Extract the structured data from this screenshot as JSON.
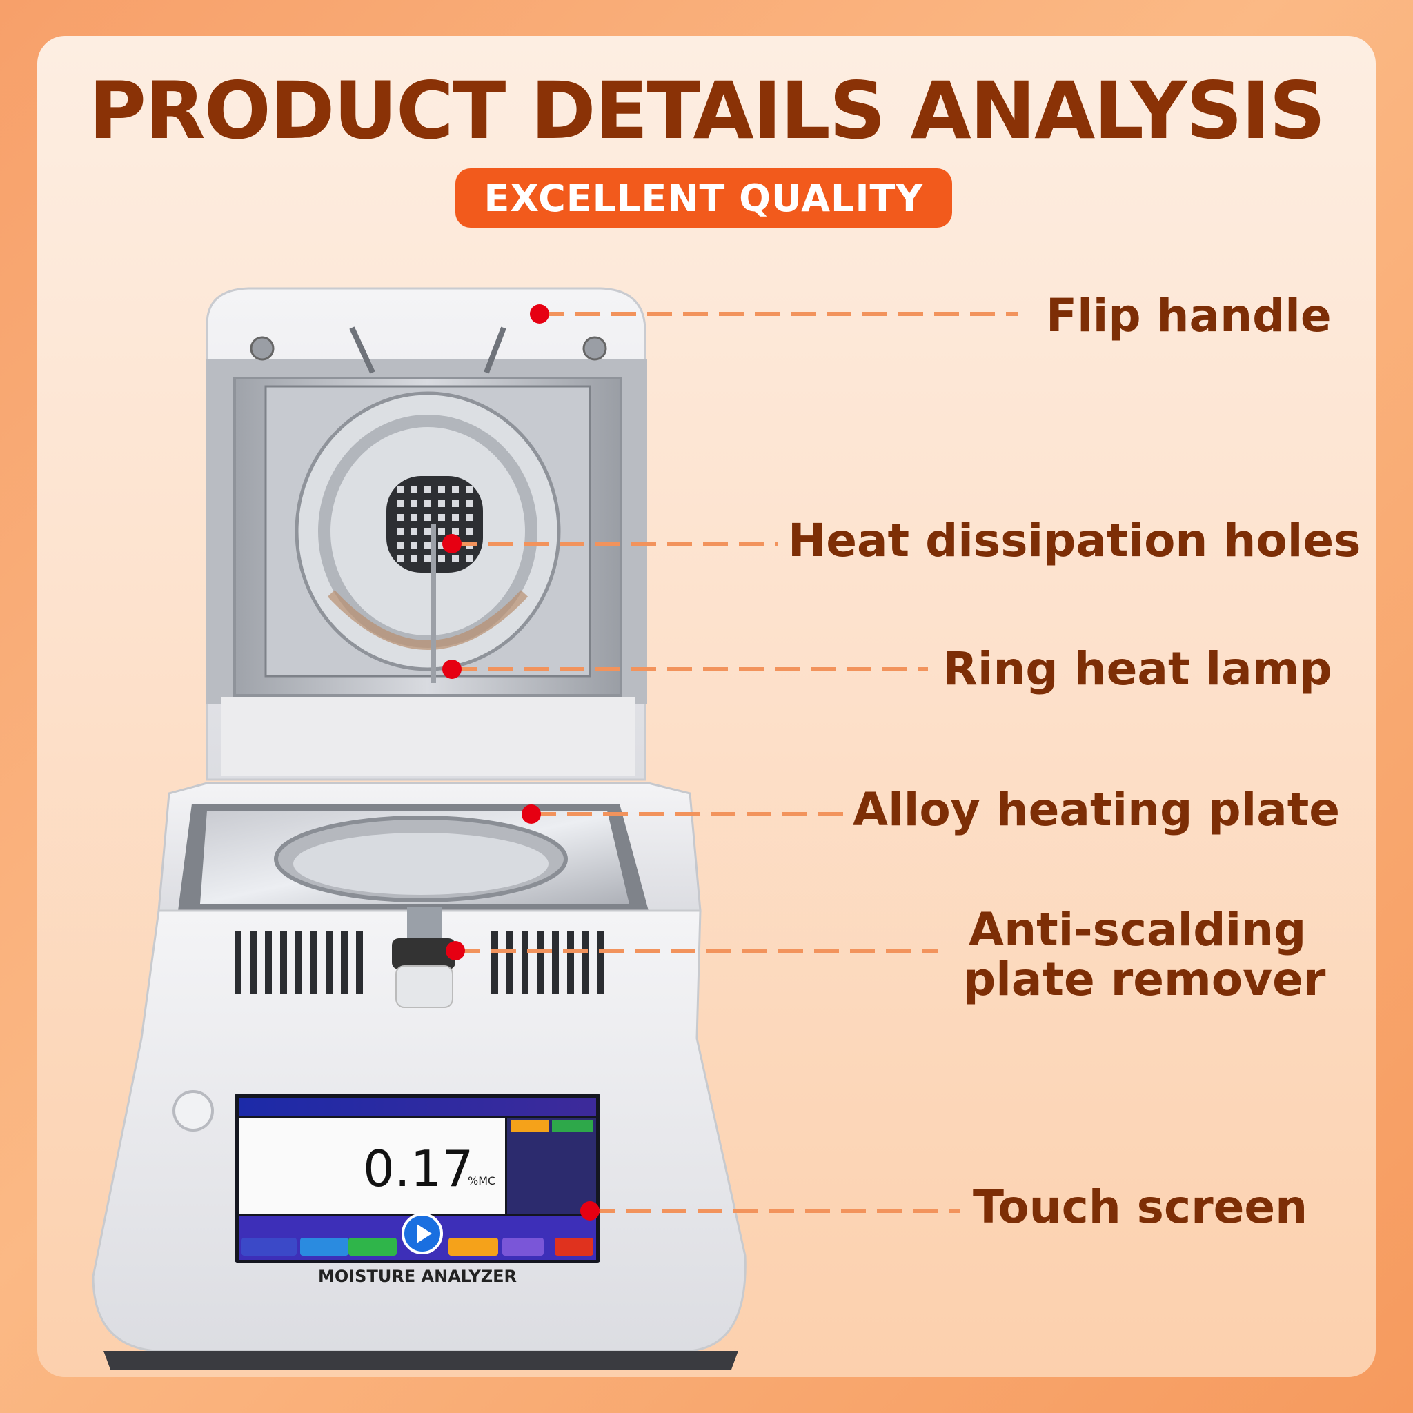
{
  "header": {
    "title": "PRODUCT DETAILS ANALYSIS",
    "badge": "EXCELLENT QUALITY"
  },
  "callouts": [
    {
      "id": "flip-handle",
      "label": "Flip handle"
    },
    {
      "id": "heat-dissipation-holes",
      "label": "Heat dissipation holes"
    },
    {
      "id": "ring-heat-lamp",
      "label": "Ring heat lamp"
    },
    {
      "id": "alloy-heating-plate",
      "label": "Alloy heating plate"
    },
    {
      "id": "anti-scalding-plate-remover",
      "label_line1": "Anti-scalding",
      "label_line2": "plate remover"
    },
    {
      "id": "touch-screen",
      "label": "Touch screen"
    }
  ],
  "device": {
    "reading": "0.17",
    "unit": "%MC",
    "model_label": "MOISTURE ANALYZER"
  },
  "colors": {
    "title": "#8a3206",
    "badge": "#f25a1c",
    "callout_text": "#7d2e06",
    "marker_dot": "#e60012",
    "leader_line": "#f2935c"
  }
}
